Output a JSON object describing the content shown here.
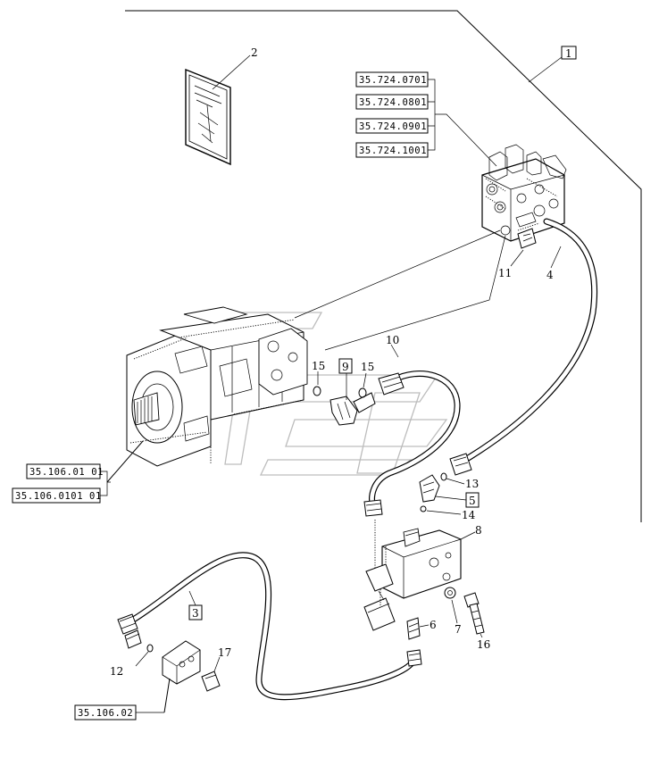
{
  "callouts": {
    "c1": "1",
    "c2": "2",
    "c3": "3",
    "c4": "4",
    "c5": "5",
    "c6": "6",
    "c7": "7",
    "c8": "8",
    "c9": "9",
    "c10": "10",
    "c11": "11",
    "c12": "12",
    "c13": "13",
    "c14": "14",
    "c15a": "15",
    "c15b": "15",
    "c16": "16",
    "c17": "17"
  },
  "refs": {
    "valve_0701": "35.724.0701",
    "valve_0801": "35.724.0801",
    "valve_0901": "35.724.0901",
    "valve_1001": "35.724.1001",
    "pump_01": "35.106.01 01",
    "pump_0101": "35.106.0101 01",
    "block_02": "35.106.02"
  }
}
